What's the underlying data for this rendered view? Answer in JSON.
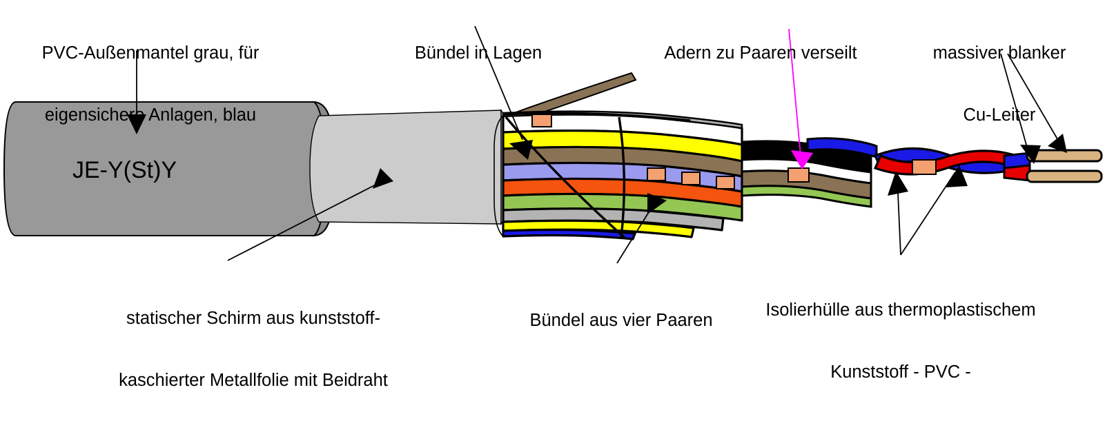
{
  "diagram": {
    "title_on_cable": "JE-Y(St)Y",
    "background_color": "#ffffff",
    "outline_color": "#000000"
  },
  "labels": {
    "jacket": {
      "line1": "PVC-Außenmantel grau, für",
      "line2": "eigensichere Anlagen, blau",
      "arrow_color": "#000000"
    },
    "bundles_in_layers": {
      "line1": "Bündel in Lagen",
      "arrow_color": "#000000"
    },
    "pairs_twisted": {
      "line1": "Adern zu Paaren verseilt",
      "arrow_color": "#ff00ff"
    },
    "solid_conductor": {
      "line1": "massiver blanker",
      "line2": "Cu-Leiter",
      "arrow_color": "#000000"
    },
    "static_screen": {
      "line1": "statischer Schirm aus kunststoff-",
      "line2": "kaschierter Metallfolie mit Beidraht",
      "arrow_color": "#000000"
    },
    "bundle_of_four_pairs": {
      "line1": "Bündel aus vier Paaren",
      "arrow_color": "#000000"
    },
    "insulation": {
      "line1": "Isolierhülle aus thermoplastischem",
      "line2": "Kunststoff - PVC -",
      "arrow_color": "#000000"
    }
  },
  "colors": {
    "outer_jacket": "#999999",
    "outer_jacket_edge": "#8a8a8a",
    "screen_foil": "#cccccc",
    "white_wire": "#ffffff",
    "yellow_wire": "#ffff00",
    "brown_wire": "#8a7355",
    "periwinkle_wire": "#9a9aee",
    "orange_wire": "#f4540d",
    "green_wire": "#94c654",
    "grey_wire": "#b3b3b3",
    "blue_wire": "#1a1ae6",
    "black_wire": "#000000",
    "red_wire": "#e60000",
    "salmon_marker": "#f5a070",
    "copper_conductor": "#d9b380",
    "magenta_arrow": "#ff00ff"
  },
  "layers": {
    "bundle_stack": [
      {
        "name": "white",
        "color": "#ffffff"
      },
      {
        "name": "yellow",
        "color": "#ffff00"
      },
      {
        "name": "brown",
        "color": "#8a7355"
      },
      {
        "name": "periwinkle",
        "color": "#9a9aee"
      },
      {
        "name": "orange",
        "color": "#f4540d"
      },
      {
        "name": "green",
        "color": "#94c654"
      },
      {
        "name": "grey",
        "color": "#b3b3b3"
      },
      {
        "name": "yellow2",
        "color": "#ffff00"
      },
      {
        "name": "blue",
        "color": "#1a1ae6"
      }
    ],
    "exposed_pairs": [
      {
        "name": "black",
        "color": "#000000"
      },
      {
        "name": "white",
        "color": "#ffffff"
      },
      {
        "name": "brown",
        "color": "#8a7355"
      },
      {
        "name": "green",
        "color": "#94c654"
      },
      {
        "name": "blue",
        "color": "#1a1ae6"
      }
    ],
    "twisted_pair": [
      {
        "name": "blue",
        "color": "#1a1ae6"
      },
      {
        "name": "red",
        "color": "#e60000"
      }
    ],
    "conductors": [
      {
        "name": "upper-conductor",
        "color": "#d9b380"
      },
      {
        "name": "lower-conductor",
        "color": "#d9b380"
      }
    ]
  }
}
